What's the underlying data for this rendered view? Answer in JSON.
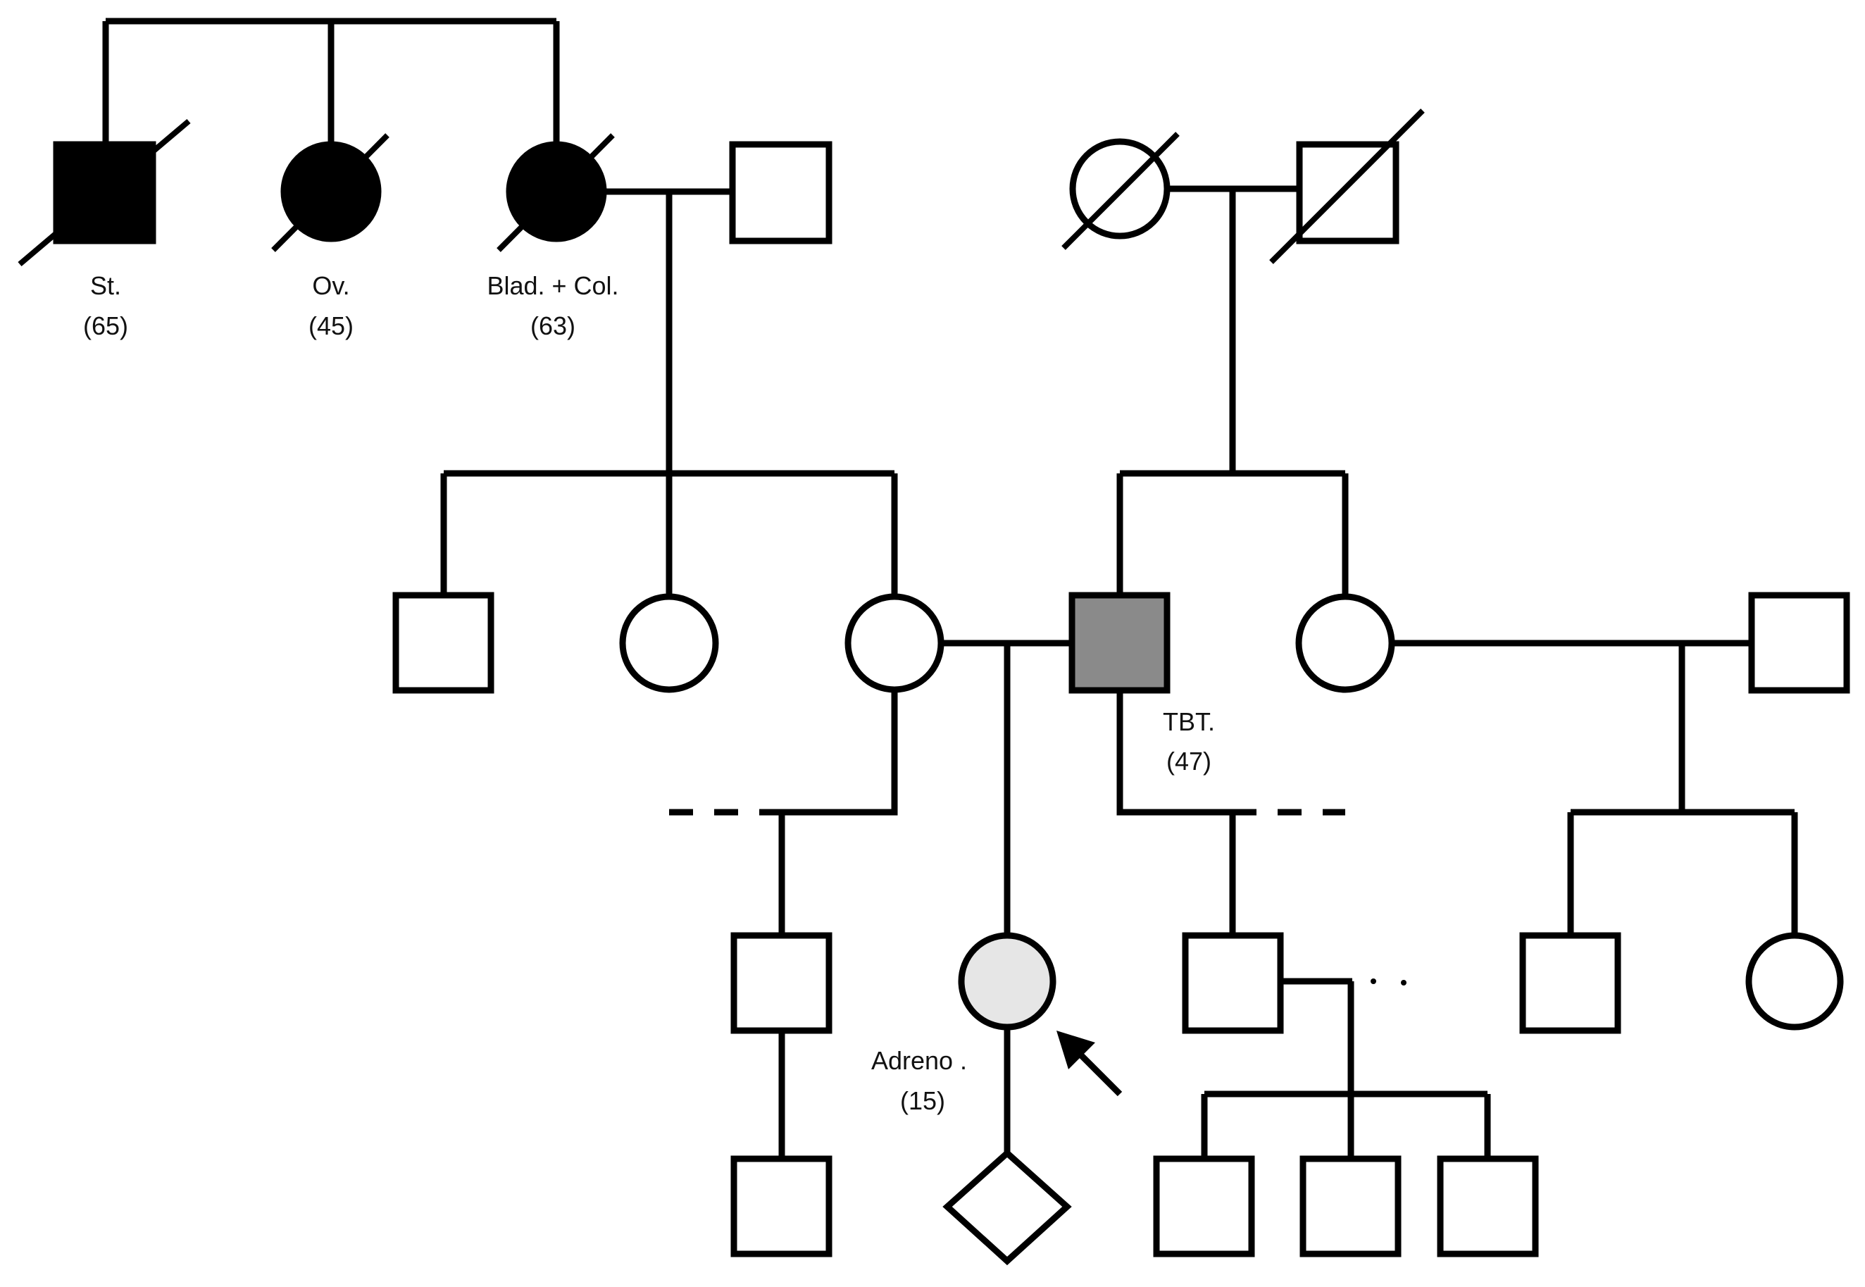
{
  "colors": {
    "affected": "#000000",
    "carrier_gray": "#8a8a8a",
    "proband_fill": "#e6e6e6",
    "unaffected": "#ffffff"
  },
  "labels": {
    "gen1_male_dx": "St.",
    "gen1_male_age": "(65)",
    "gen1_female1_dx": "Ov.",
    "gen1_female1_age": "(45)",
    "gen1_female2_dx": "Blad. + Col.",
    "gen1_female2_age": "(63)",
    "father_dx": "TBT.",
    "father_age": "(47)",
    "proband_dx": "Adreno .",
    "proband_age": "(15)"
  }
}
